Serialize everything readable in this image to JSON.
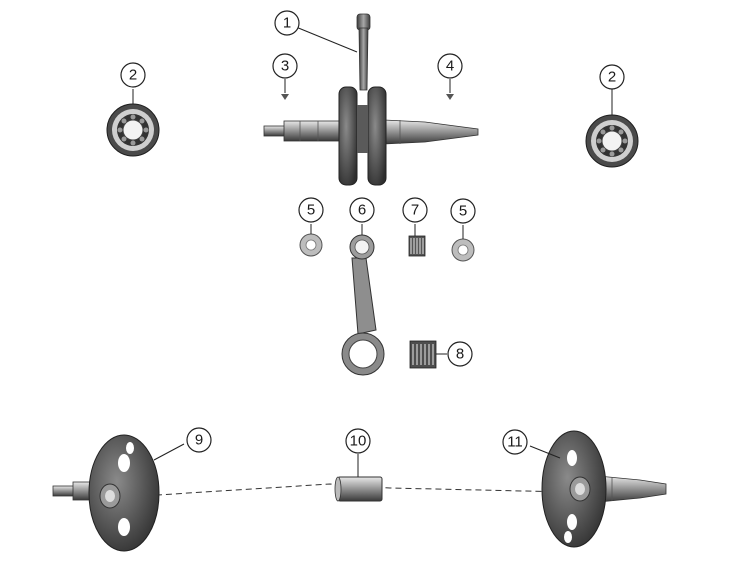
{
  "callouts": [
    {
      "id": "c1",
      "label": "1"
    },
    {
      "id": "c2a",
      "label": "2"
    },
    {
      "id": "c2b",
      "label": "2"
    },
    {
      "id": "c3",
      "label": "3"
    },
    {
      "id": "c4",
      "label": "4"
    },
    {
      "id": "c5a",
      "label": "5"
    },
    {
      "id": "c6",
      "label": "6"
    },
    {
      "id": "c7",
      "label": "7"
    },
    {
      "id": "c5b",
      "label": "5"
    },
    {
      "id": "c8",
      "label": "8"
    },
    {
      "id": "c9",
      "label": "9"
    },
    {
      "id": "c10",
      "label": "10"
    },
    {
      "id": "c11",
      "label": "11"
    }
  ]
}
